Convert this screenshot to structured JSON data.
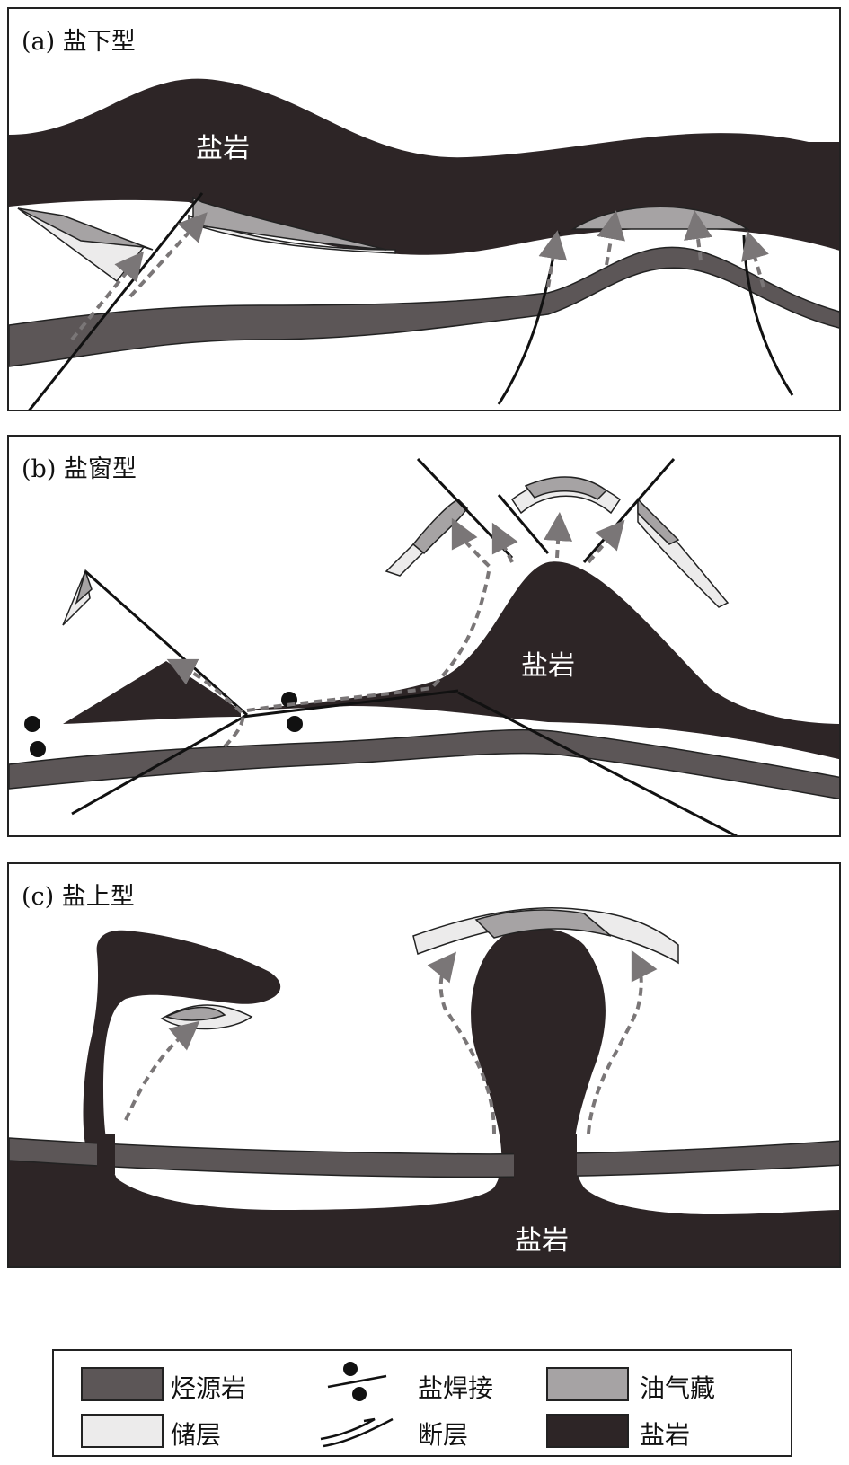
{
  "panels": {
    "a": {
      "title": "(a) 盐下型",
      "salt_label": "盐岩"
    },
    "b": {
      "title": "(b) 盐窗型",
      "salt_label": "盐岩"
    },
    "c": {
      "title": "(c) 盐上型",
      "salt_label": "盐岩"
    }
  },
  "legend": {
    "source_rock": "烃源岩",
    "salt_weld": "盐焊接",
    "hydrocarbon_reservoir": "油气藏",
    "reservoir_layer": "储层",
    "fault": "断层",
    "salt": "盐岩"
  },
  "colors": {
    "salt": "#2d2526",
    "source_rock": "#5c5657",
    "hydrocarbon_reservoir": "#a6a3a4",
    "reservoir_layer": "#ecebeb",
    "migration_arrow": "#7a7677"
  }
}
